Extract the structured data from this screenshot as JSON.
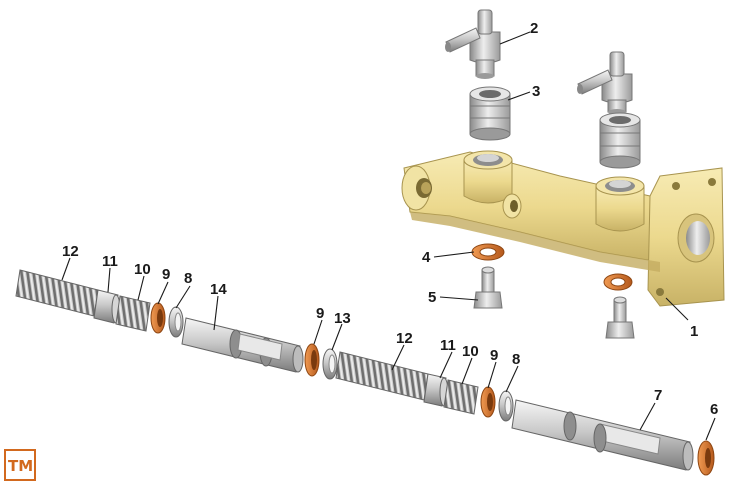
{
  "callouts": {
    "c1": "1",
    "c2": "2",
    "c3": "3",
    "c4": "4",
    "c5": "5",
    "c6": "6",
    "c7": "7",
    "c8a": "8",
    "c8b": "8",
    "c9a": "9",
    "c9b": "9",
    "c9c": "9",
    "c10a": "10",
    "c10b": "10",
    "c11a": "11",
    "c11b": "11",
    "c12a": "12",
    "c12b": "12",
    "c13": "13",
    "c14": "14"
  },
  "logo": {
    "text": "TM"
  },
  "colors": {
    "housing": "#ecd98e",
    "housing_shade": "#cdb86a",
    "metal_light": "#eeeeee",
    "metal_mid": "#bdbdbd",
    "metal_dark": "#7a7a7a",
    "seal_orange": "#d8762c",
    "seal_dark": "#9c4d15",
    "logo_orange": "#d2691e"
  }
}
